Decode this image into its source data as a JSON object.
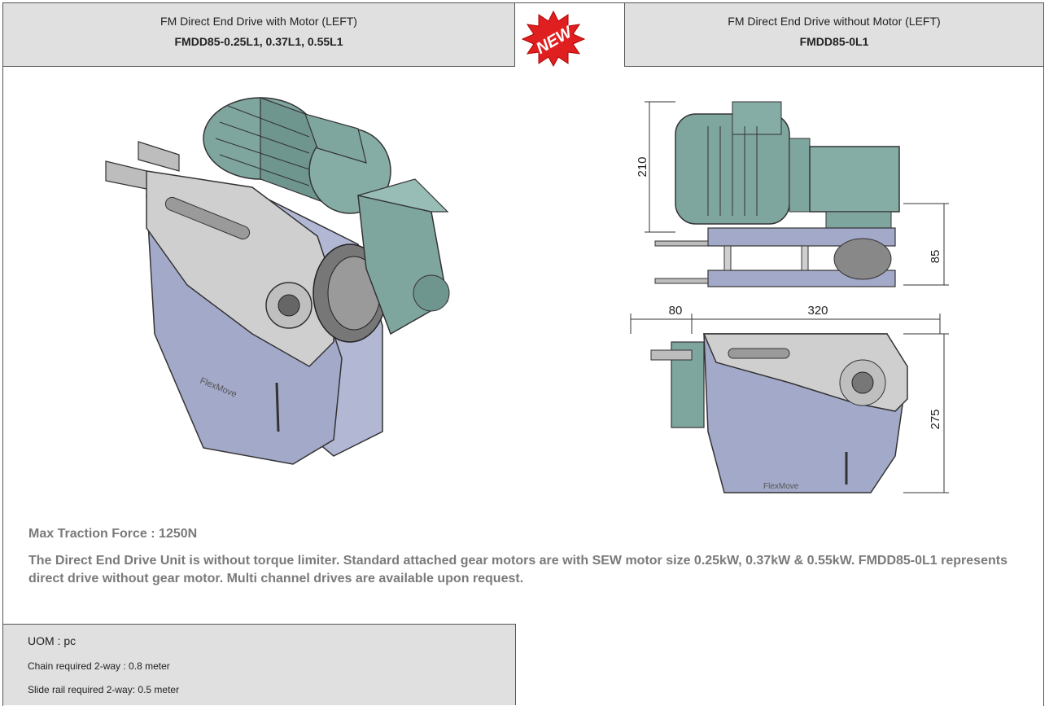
{
  "header_left": {
    "title": "FM Direct End Drive with Motor (LEFT)",
    "models": "FMDD85-0.25L1, 0.37L1, 0.55L1"
  },
  "header_right": {
    "title": "FM Direct End Drive without Motor (LEFT)",
    "models": "FMDD85-0L1"
  },
  "badge": {
    "text": "NEW",
    "color": "#e02020"
  },
  "drawing": {
    "dim_height_top": "210",
    "dim_height_side": "85",
    "dim_length_left": "80",
    "dim_length_main": "320",
    "dim_height_front": "275"
  },
  "max_force": "Max Traction Force : 1250N",
  "description": "The Direct End Drive Unit is without torque limiter. Standard attached gear motors are with SEW motor size 0.25kW, 0.37kW & 0.55kW. FMDD85-0L1 represents direct drive without gear motor. Multi channel drives are available upon request.",
  "uom": {
    "title": "UOM : pc",
    "chain": "Chain required 2-way : 0.8 meter",
    "slide_rail": "Slide rail required 2-way:  0.5 meter"
  },
  "colors": {
    "motor": "#7fa59f",
    "plate": "#a3a9c9",
    "steel": "#cfcfcf"
  }
}
